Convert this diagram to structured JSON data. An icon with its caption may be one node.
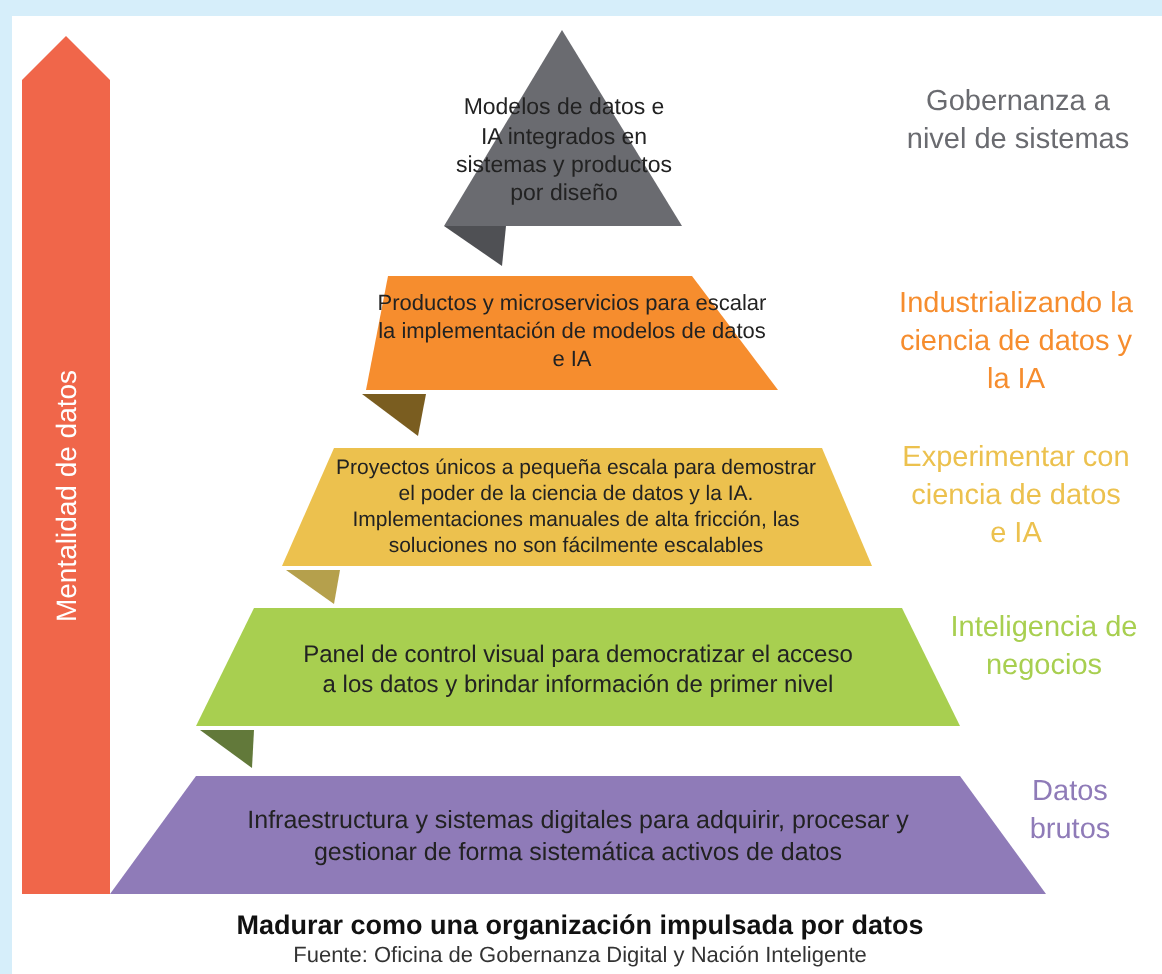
{
  "diagram": {
    "caption": "Madurar como una organización impulsada por datos",
    "nodes": [
      {
        "text": [
          "Modelos de datos e IA integrados en sistemas y productos por diseño"
        ]
      },
      {
        "text": [
          "Productos y microservicios para escalar la implementación de modelos de datos e IA"
        ]
      },
      {
        "text": [
          "Proyectos únicos a pequeña escala para demostrar el poder de la ciencia de datos y la IA. Implementaciones manuales de alta fricción, las soluciones no son fácilmente escalables"
        ]
      },
      {
        "text": [
          "Panel de control visual para democratizar el acceso a los datos y brindar información de primer nivel"
        ]
      },
      {
        "text": [
          "Infraestructura y sistemas digitales para adquirir, procesar y gestionar de forma sistemática activos de datos"
        ]
      },
      {
        "text": [
          "Mentalidad de datos"
        ]
      }
    ],
    "labels": [
      "Gobernanza a nivel de sistemas",
      "Industrializando la ciencia de datos y la IA",
      "Experimentar con ciencia de datos e IA",
      "Inteligencia de negocios",
      "Datos brutos",
      "Fuente: Oficina de Gobernanza Digital y Nación Inteligente"
    ]
  }
}
